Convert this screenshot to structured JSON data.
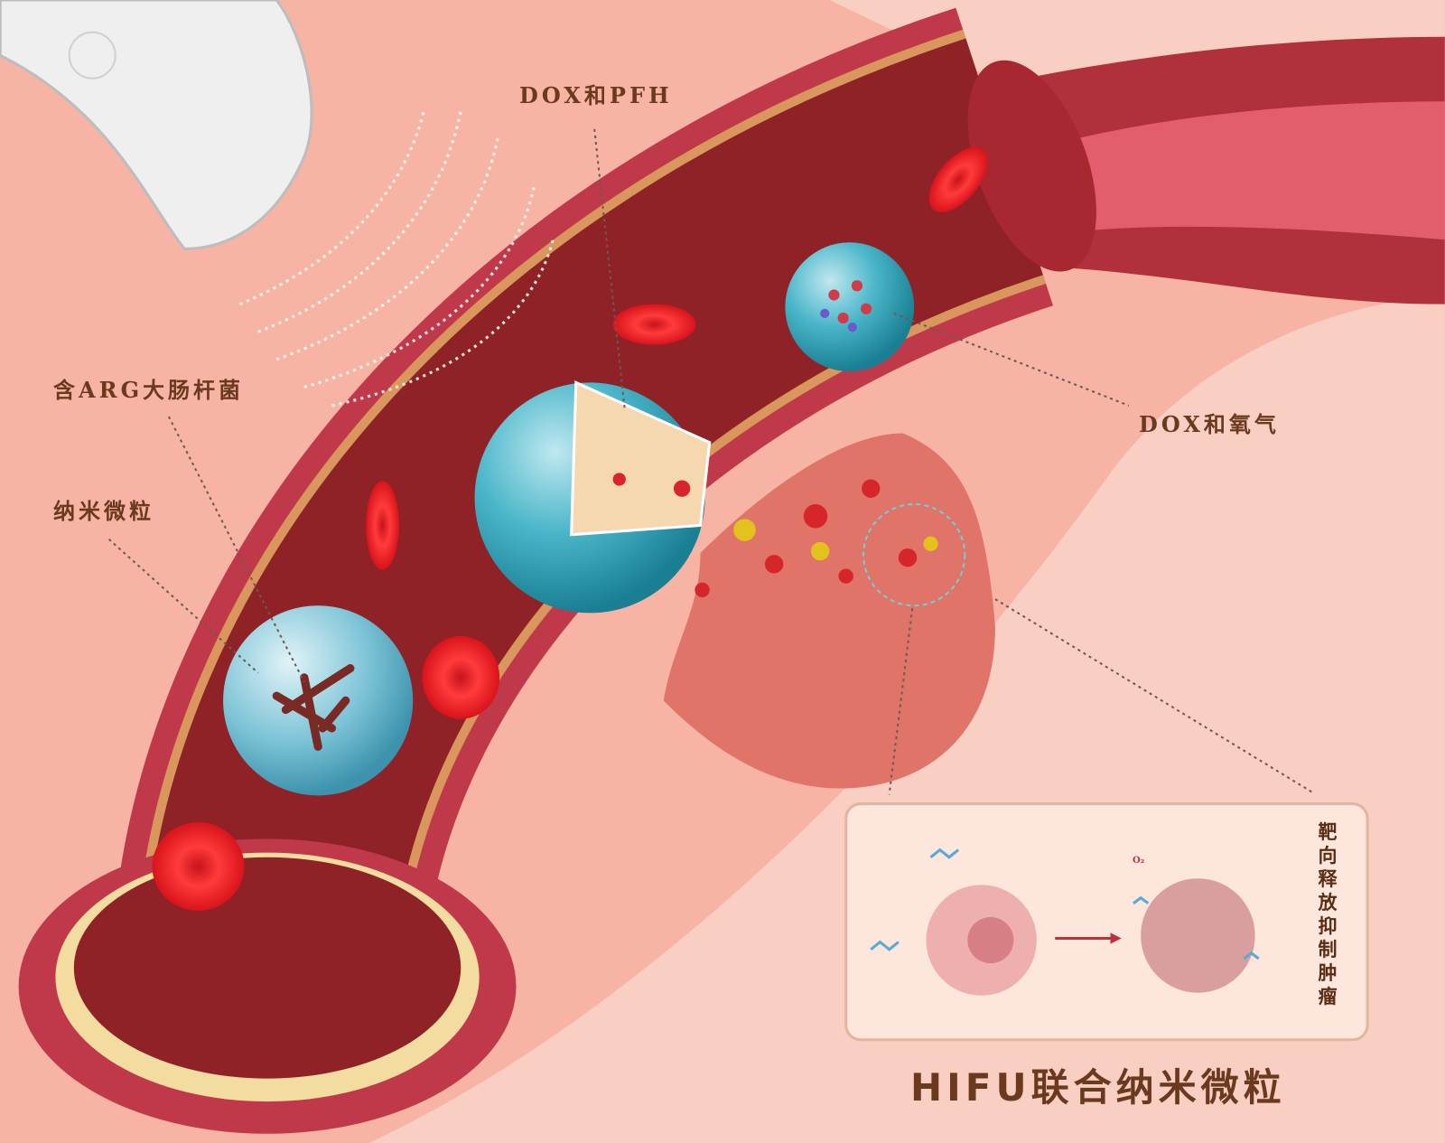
{
  "labels": {
    "dox_pfh": "DOX和PFH",
    "arg_ecoli": "含ARG大肠杆菌",
    "nanoparticle": "纳米微粒",
    "dox_oxygen": "DOX和氧气"
  },
  "inset": {
    "vertical_text": "靶向释放抑制肿瘤",
    "o2_label": "O₂"
  },
  "title": "HIFU联合纳米微粒",
  "colors": {
    "background": "#f7b3a3",
    "vessel_wall": "#c0394a",
    "lumen": "#8e2226",
    "text": "#6b3a1e",
    "particle": "#2aa3b8"
  }
}
